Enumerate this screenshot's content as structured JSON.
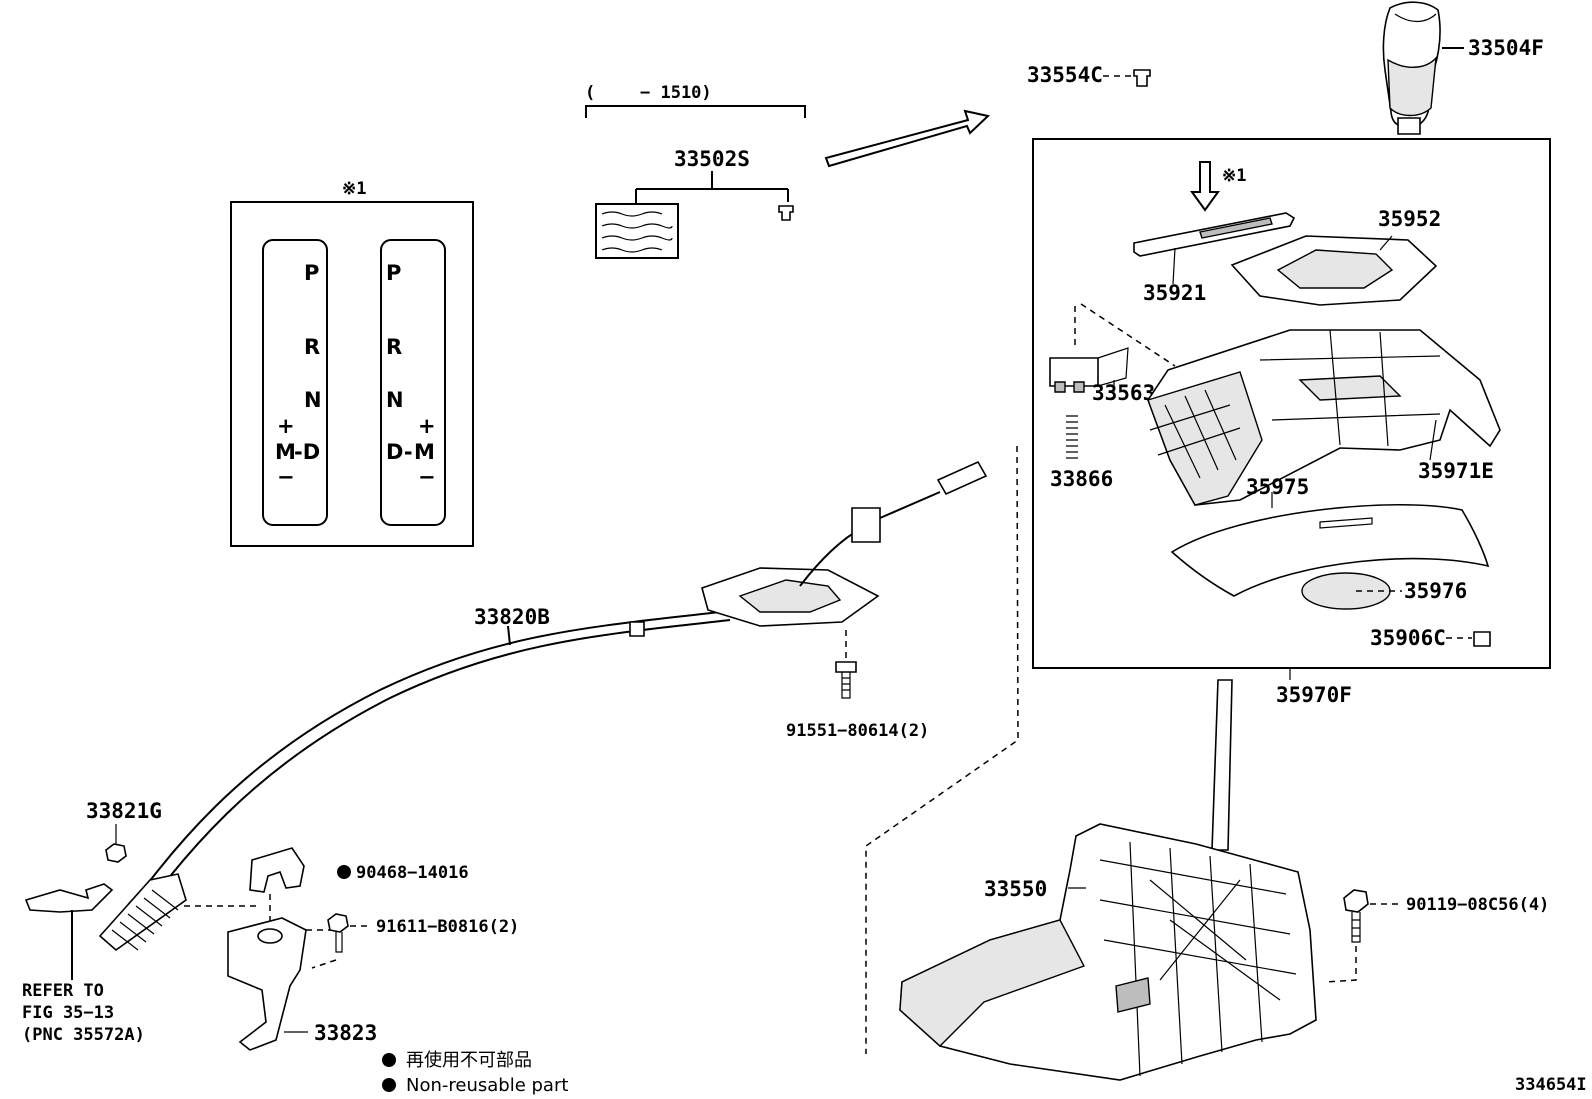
{
  "gate_box": {
    "marker": "※1",
    "left_gate": [
      "P",
      "R",
      "N",
      "+",
      "M",
      "-D",
      "−"
    ],
    "right_gate": [
      "P",
      "R",
      "N",
      "+",
      "D-",
      "M",
      "−"
    ]
  },
  "date_range": {
    "open_paren": "(",
    "end": "− 1510)"
  },
  "marker_inset": "※1",
  "parts": {
    "p33502S": "33502S",
    "p33554C": "33554C",
    "p33504F": "33504F",
    "p35952": "35952",
    "p35921": "35921",
    "p33563": "33563",
    "p33866": "33866",
    "p35971E": "35971E",
    "p35975": "35975",
    "p35976": "35976",
    "p35906C": "35906C",
    "p35970F": "35970F",
    "p33820B": "33820B",
    "p91551": "91551−80614(2)",
    "p33821G": "33821G",
    "p90468": "90468−14016",
    "p91611": "91611−B0816(2)",
    "p33823": "33823",
    "p33550": "33550",
    "p90119": "90119−08C56(4)"
  },
  "refer": {
    "line1": "REFER TO",
    "line2": "FIG 35−13",
    "line3": "(PNC 35572A)"
  },
  "legend": {
    "jp": "再使用不可部品",
    "en": "Non-reusable part"
  },
  "figure_id": "334654I"
}
